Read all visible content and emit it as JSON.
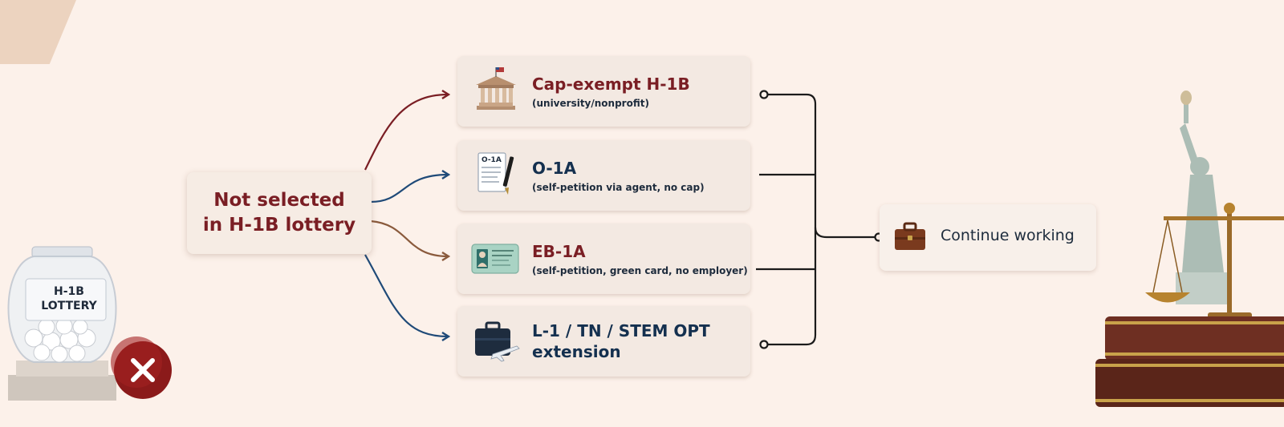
{
  "source_node": {
    "title": "Not selected\nin H-1B lottery"
  },
  "options": [
    {
      "title": "Cap-exempt H-1B",
      "subtitle": "(university/nonprofit)",
      "icon": "university-building-icon"
    },
    {
      "title": "O-1A",
      "subtitle": "(self-petition via agent, no cap)",
      "icon": "petition-document-icon"
    },
    {
      "title": "EB-1A",
      "subtitle": "(self-petition, green card, no employer)",
      "icon": "green-card-icon"
    },
    {
      "title": "L-1 / TN / STEM OPT\nextension",
      "subtitle": "",
      "icon": "briefcase-plane-icon"
    }
  ],
  "outcome_node": {
    "label": "Continue working",
    "icon": "briefcase-icon"
  },
  "lottery_jar": {
    "label": "H-1B\nLOTTERY"
  },
  "icons": {
    "decorations": [
      "lottery-jar-icon",
      "rejected-x-icon",
      "statue-of-liberty-icon",
      "scales-of-justice-icon",
      "law-books-icon"
    ]
  },
  "colors": {
    "background": "#fcf1ea",
    "accent_red": "#7a1e24",
    "accent_navy": "#14304f",
    "arrow_brown": "#8a5a3c",
    "connector": "#1b1b1b"
  }
}
